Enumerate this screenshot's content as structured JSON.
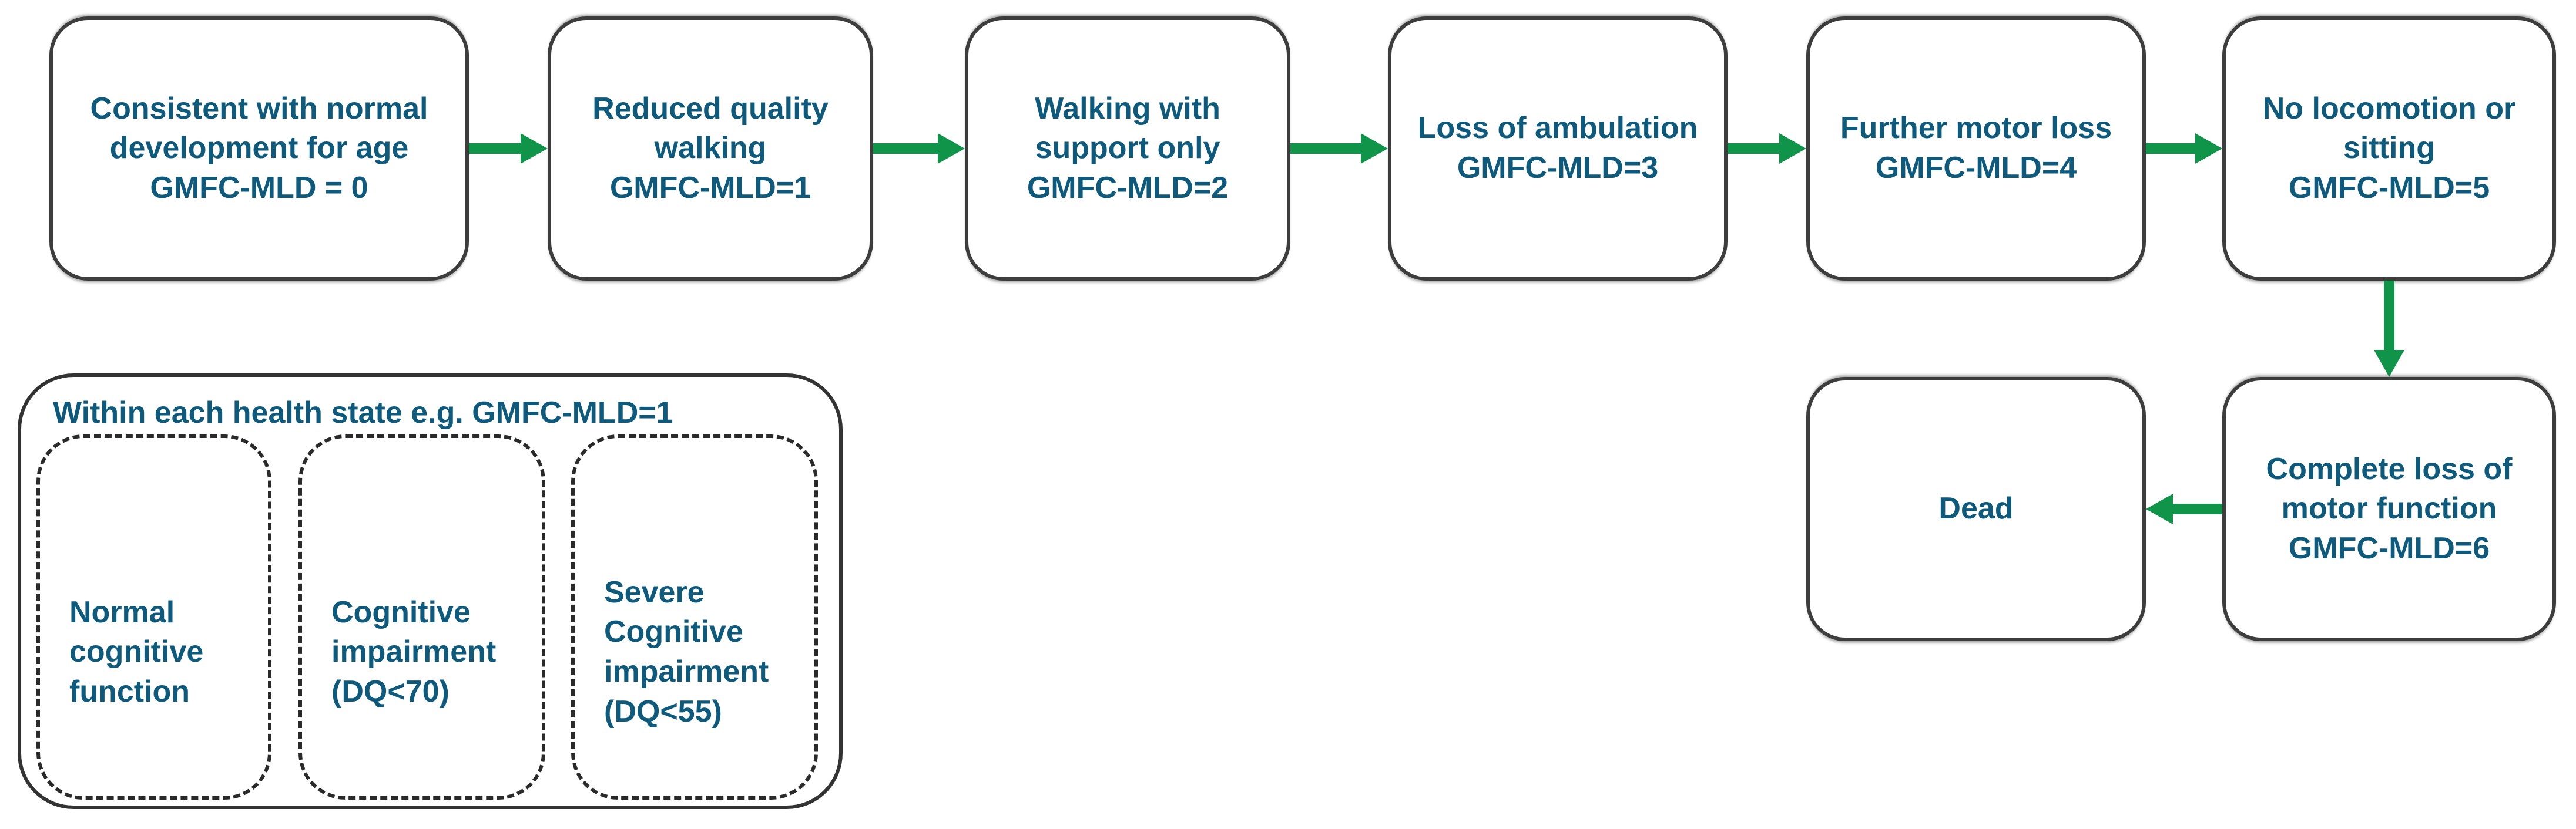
{
  "colors": {
    "text": "#0E5A7C",
    "arrow_green": "#10944A",
    "box_border": "#3D3D3D",
    "dashed_border": "#2A2A2A",
    "background": "#FFFFFF"
  },
  "flow": {
    "top_row": [
      {
        "name": "Consistent with normal development for age",
        "code": "GMFC-MLD = 0"
      },
      {
        "name": "Reduced quality walking",
        "code": "GMFC-MLD=1"
      },
      {
        "name": "Walking with support only",
        "code": "GMFC-MLD=2"
      },
      {
        "name": "Loss of ambulation",
        "code": "GMFC-MLD=3"
      },
      {
        "name": "Further motor loss",
        "code": "GMFC-MLD=4"
      },
      {
        "name": "No locomotion or sitting",
        "code": "GMFC-MLD=5"
      }
    ],
    "terminal": {
      "name": "Complete loss of motor function",
      "code": "GMFC-MLD=6"
    },
    "dead": {
      "name": "Dead"
    }
  },
  "within_state": {
    "title": "Within each health state e.g. GMFC-MLD=1",
    "substates": [
      "Normal cognitive function",
      "Cognitive impairment (DQ<70)",
      "Severe Cognitive impairment (DQ<55)"
    ]
  }
}
